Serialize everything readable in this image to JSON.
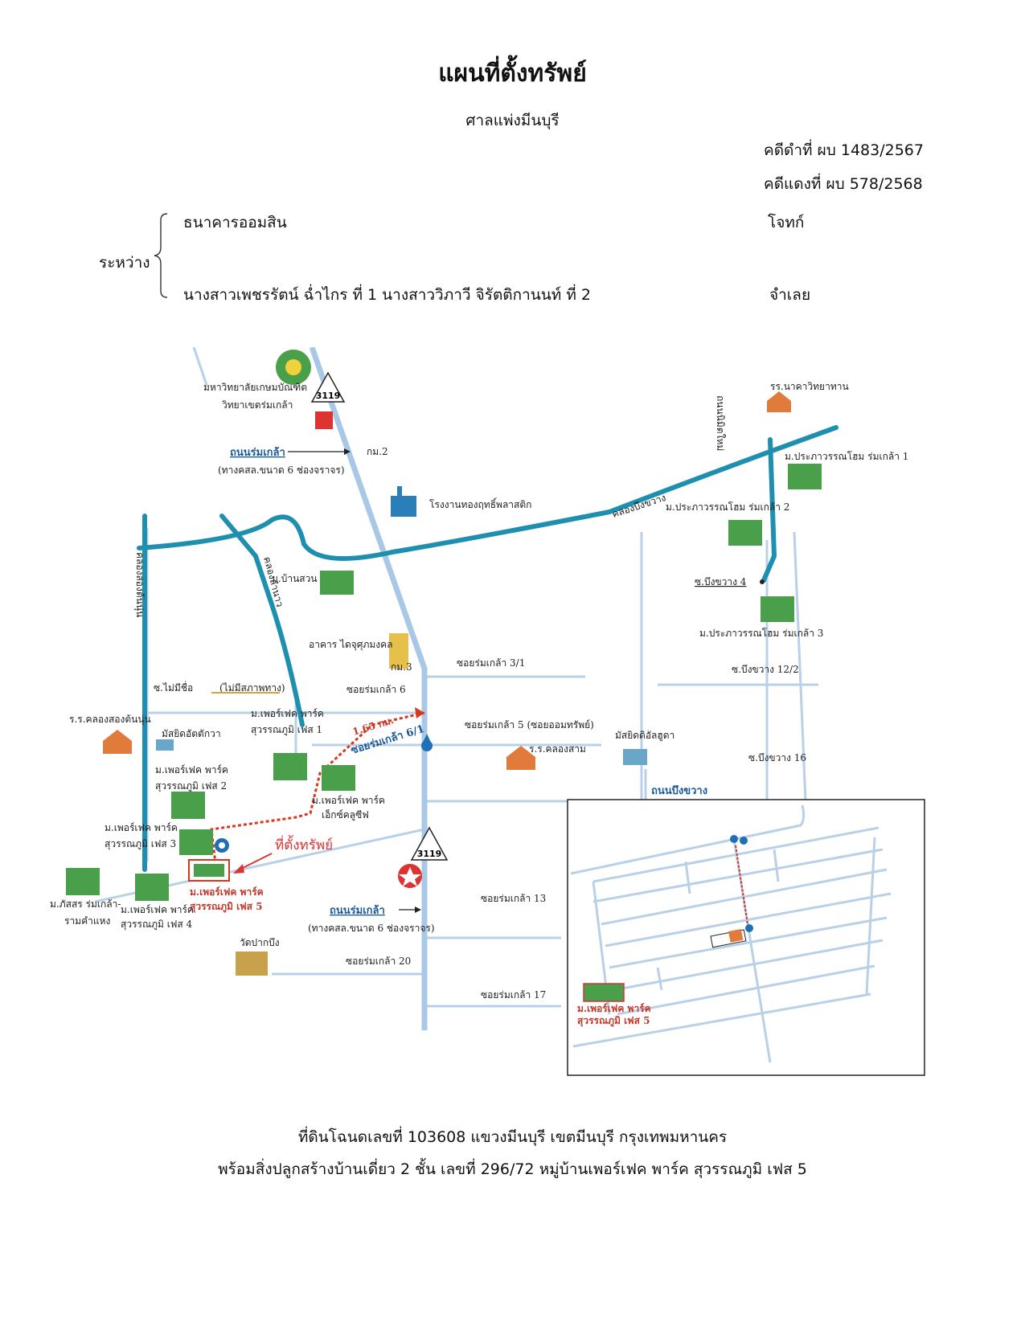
{
  "header": {
    "title": "แผนที่ตั้งทรัพย์",
    "court": "ศาลแพ่งมีนบุรี",
    "black_case": "คดีดำที่ ผบ 1483/2567",
    "red_case": "คดีแดงที่ ผบ 578/2568",
    "between_label": "ระหว่าง",
    "plaintiff_name": "ธนาคารออมสิน",
    "plaintiff_role": "โจทก์",
    "defendant_name": "นางสาวเพชรรัตน์ ฉ่ำไกร ที่ 1 นางสาววิภาวี จิรัตติกานนท์ ที่ 2",
    "defendant_role": "จำเลย"
  },
  "map": {
    "route_sign_top": "3119",
    "route_sign_bottom": "3119",
    "university_line1": "มหาวิทยาลัยเกษมบัณฑิต",
    "university_line2": "วิทยาเขตร่มเกล้า",
    "road_romklao_top": "ถนนร่มเกล้า",
    "road_romklao_top_sub": "(ทางคสล.ขนาด 6 ช่องจราจร)",
    "km2": "กม.2",
    "km3": "กม.3",
    "factory": "โรงงานทองฤทธิ์พลาสติก",
    "canal_bueng_khwang": "คลองบึงขวาง",
    "school_nakha": "รร.นาคาวิทยาทาน",
    "road_nimit_mai": "ถนนนิมิตใหม่",
    "prapaporn1": "ม.ประภาวรรณโฮม ร่มเกล้า 1",
    "prapaporn2": "ม.ประภาวรรณโฮม ร่มเกล้า 2",
    "prapaporn3": "ม.ประภาวรรณโฮม ร่มเกล้า 3",
    "soi_bueng_khwang4": "ซ.บึงขวาง 4",
    "soi_bueng_khwang12_2": "ซ.บึงขวาง 12/2",
    "soi_bueng_khwang16": "ซ.บึงขวาง 16",
    "road_bueng_khwang": "ถนนบึงขวาง",
    "canal_song_ton_nun": "คลองสองต้นนุ่น",
    "canal_lam_nao": "คลองลำนาว",
    "ban_suan": "ม.บ้านสวน",
    "condo": "อาคาร ไดจุศุภมงคล",
    "soi_3_1": "ซอยร่มเกล้า 3/1",
    "soi_6": "ซอยร่มเกล้า 6",
    "soi_no_name": "ซ.ไม่มีชื่อ",
    "no_access": "(ไม่มีสภาพทาง)",
    "soi_5": "ซอยร่มเกล้า 5 (ซอยออมทรัพย์)",
    "school_song_ton_nun": "ร.ร.คลองสองต้นนุ่น",
    "mosque_ottaqwa": "มัสยิดอัตตักวา",
    "perfect_phase1_l1": "ม.เพอร์เฟค พาร์ค",
    "perfect_phase1_l2": "สุวรรณภูมิ เฟส 1",
    "distance": "1.65 กม.",
    "soi_6_1": "ซอยร่มเกล้า 6/1",
    "school_khlong_sam": "ร.ร.คลองสาม",
    "mosque_darul": "มัสยิดดิอัลฮูดา",
    "perfect_phase2_l1": "ม.เพอร์เฟค พาร์ค",
    "perfect_phase2_l2": "สุวรรณภูมิ เฟส 2",
    "perfect_exclusive_l1": "ม.เพอร์เฟค พาร์ค",
    "perfect_exclusive_l2": "เอ็กซ์คลูซีฟ",
    "perfect_phase3_l1": "ม.เพอร์เฟค พาร์ค",
    "perfect_phase3_l2": "สุวรรณภูมิ เฟส 3",
    "property_marker": "ที่ตั้งทรัพย์",
    "perfect_phase5_l1": "ม.เพอร์เฟค พาร์ค",
    "perfect_phase5_l2": "สุวรรณภูมิ เฟส 5",
    "phatson_l1": "ม.ภัสสร ร่มเกล้า-",
    "phatson_l2": "รามคำแหง",
    "perfect_phase4_l1": "ม.เพอร์เฟค พาร์ค",
    "perfect_phase4_l2": "สุวรรณภูมิ เฟส 4",
    "road_romklao_bottom": "ถนนร่มเกล้า",
    "road_romklao_bottom_sub": "(ทางคสล.ขนาด 6 ช่องจราจร)",
    "soi_13": "ซอยร่มเกล้า 13",
    "wat": "วัดปากบึง",
    "soi_20": "ซอยร่มเกล้า 20",
    "soi_17": "ซอยร่มเกล้า 17",
    "inset_phase5_l1": "ม.เพอร์เฟค พาร์ค",
    "inset_phase5_l2": "สุวรรณภูมิ เฟส 5"
  },
  "footer": {
    "line1": "ที่ดินโฉนดเลขที่  103608 แขวงมีนบุรี  เขตมีนบุรี  กรุงเทพมหานคร",
    "line2": "พร้อมสิ่งปลูกสร้างบ้านเดี่ยว 2 ชั้น เลขที่ 296/72 หมู่บ้านเพอร์เฟค พาร์ค สุวรรณภูมิ เฟส 5"
  },
  "colors": {
    "canal": "#1f8fb0",
    "road": "#b8d0e8",
    "route_marker": "#d9361e",
    "road_label": "#1a5a9a"
  }
}
